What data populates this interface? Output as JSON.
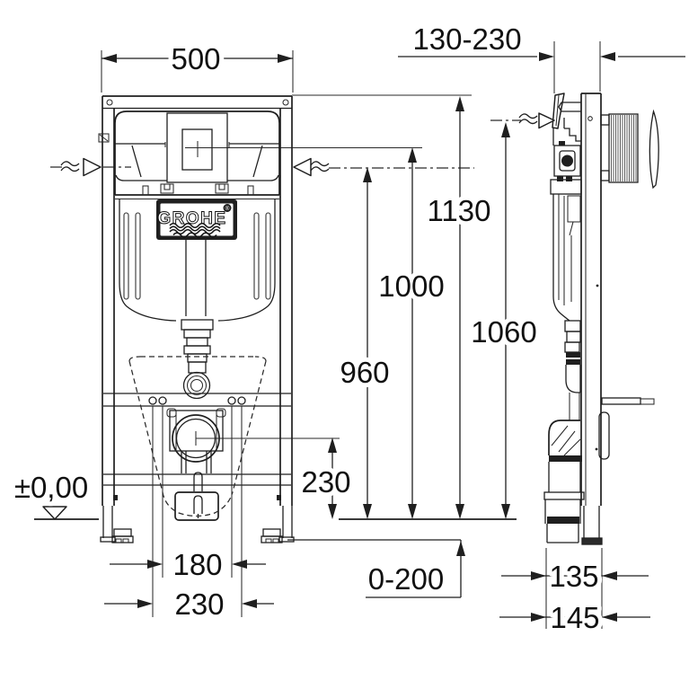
{
  "page": {
    "background": "#ffffff",
    "line_color": "#1f1f1f"
  },
  "drawing": {
    "type": "installation-frame-technical-drawing",
    "brand": {
      "name": "GROHE",
      "registered_mark": "®"
    },
    "dimensions": {
      "frame_width": "500",
      "wall_offset_range": "130-230",
      "frame_height": "1130",
      "actuator_center_height": "1000",
      "supply_connection_height": "960",
      "side_height": "1060",
      "outlet_center_height": "230",
      "floor_datum": "±0,00",
      "fixing_spacing_inner": "180",
      "fixing_spacing_outer": "230",
      "foot_adjustment_range": "0-200",
      "outlet_offset_front": "135",
      "outlet_offset_rear": "145"
    }
  }
}
